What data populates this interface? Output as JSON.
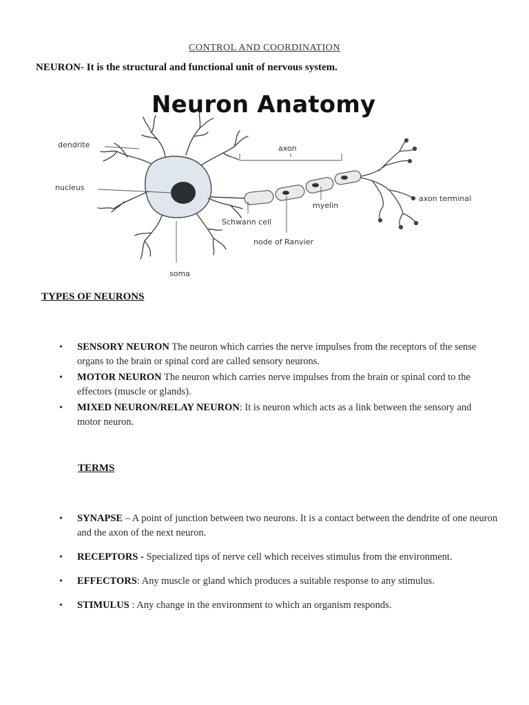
{
  "header": {
    "title": "CONTROL AND COORDINATION"
  },
  "definition": {
    "term": "NEURON-",
    "text": " It is the structural and functional unit of nervous system."
  },
  "figure": {
    "title": "Neuron Anatomy",
    "labels": {
      "dendrite": "dendrite",
      "nucleus": "nucleus",
      "soma": "soma",
      "axon": "axon",
      "myelin": "myelin",
      "schwann": "Schwann cell",
      "ranvier": "node of Ranvier",
      "terminal": "axon terminal"
    }
  },
  "types": {
    "heading": "TYPES OF NEURONS",
    "items": [
      {
        "term": "SENSORY NEURON",
        "text": " The neuron which carries the nerve impulses from the receptors of the sense organs to the brain or spinal cord are called sensory neurons."
      },
      {
        "term": "MOTOR NEURON",
        "text": " The neuron which carries nerve impulses from the brain or spinal cord to the effectors (muscle or glands)."
      },
      {
        "term": "MIXED NEURON/RELAY NEURON",
        "text": ":  It is neuron which acts as a link between the sensory and motor neuron."
      }
    ]
  },
  "terms": {
    "heading": "TERMS",
    "items": [
      {
        "term": "SYNAPSE",
        "text": " – A point of junction between two neurons. It is a contact between the dendrite of one neuron and the axon of the next neuron."
      },
      {
        "term": "RECEPTORS -",
        "text": " Specialized tips of nerve cell which receives stimulus from the environment."
      },
      {
        "term": "EFFECTORS",
        "text": ": Any muscle or gland which produces a suitable response to any stimulus."
      },
      {
        "term": "STIMULUS",
        "text": " : Any change in the environment to which an organism responds."
      }
    ]
  },
  "bullet_glyph": "•"
}
